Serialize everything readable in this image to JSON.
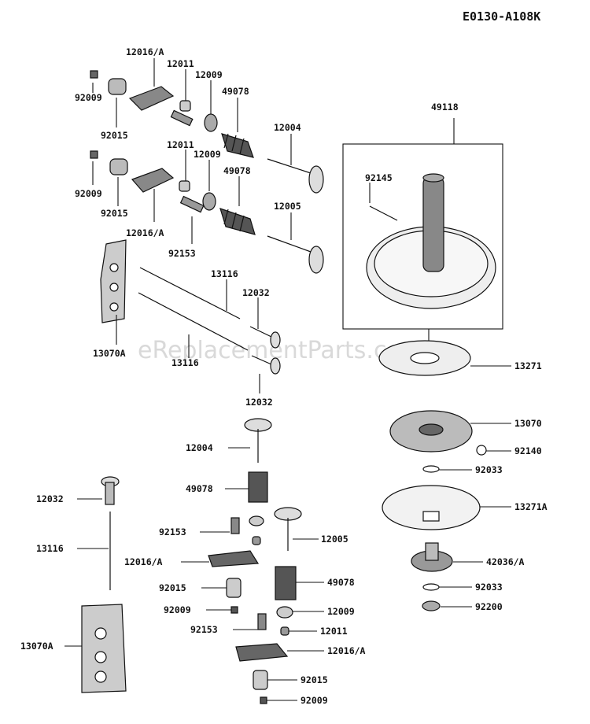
{
  "diagram_code": "E0130-A108K",
  "watermark": "eReplacementParts.com",
  "labels": {
    "p12016A_top": "12016/A",
    "p12011_top": "12011",
    "p12009_top": "12009",
    "p92009_top": "92009",
    "p92015_top": "92015",
    "p49078_top": "49078",
    "p12004_top": "12004",
    "p49118": "49118",
    "p12011_mid": "12011",
    "p12009_mid": "12009",
    "p92009_mid": "92009",
    "p49078_mid": "49078",
    "p92145": "92145",
    "p92015_mid": "92015",
    "p12005_top": "12005",
    "p12016A_mid": "12016/A",
    "p92153_top": "92153",
    "p13116_top": "13116",
    "p12032_top": "12032",
    "p13070A_top": "13070A",
    "p13116_mid": "13116",
    "p13271": "13271",
    "p12032_mid": "12032",
    "p13070": "13070",
    "p12004_low": "12004",
    "p92140": "92140",
    "p92033_a": "92033",
    "p49078_low": "49078",
    "p12032_left": "12032",
    "p13271A": "13271A",
    "p92153_low": "92153",
    "p12005_low": "12005",
    "p13116_left": "13116",
    "p42036A": "42036/A",
    "p12016A_low": "12016/A",
    "p49078_low2": "49078",
    "p92033_b": "92033",
    "p92015_low": "92015",
    "p92200": "92200",
    "p92009_low": "92009",
    "p12009_low": "12009",
    "p92153_low2": "92153",
    "p12011_low": "12011",
    "p13070A_low": "13070A",
    "p12016A_bottom": "12016/A",
    "p92015_bottom": "92015",
    "p92009_bottom": "92009"
  }
}
